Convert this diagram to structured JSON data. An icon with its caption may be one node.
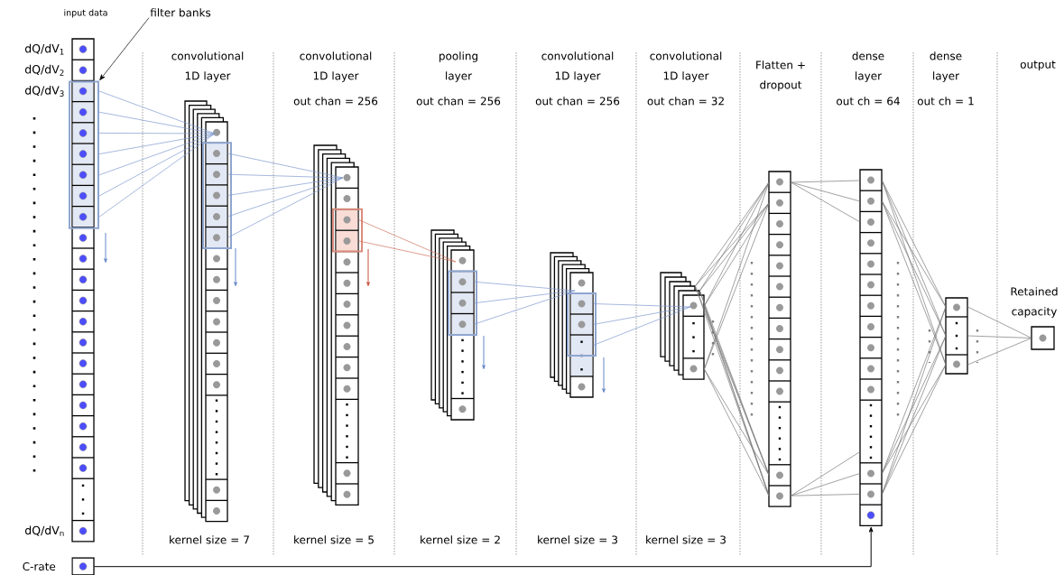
{
  "diagram": {
    "nodes": [
      {
        "text": [
          "input data"
        ],
        "beside": [
          "dQ/dV$_{1}$",
          "dQ/dV$_{2}$",
          "dQ/dV$_{3}$",
          "dQ/dV$_{n}$"
        ]
      },
      {
        "text": [],
        "shape": "box",
        "in": 0
      },
      {
        "text": [
          "filter banks"
        ]
      },
      {
        "text": [
          "convolutional 1D layer"
        ]
      },
      {
        "text": [
          "convolutional 1D layer",
          "out chan = 256"
        ]
      },
      {
        "text": [
          "pooling layer",
          "out chan = 256"
        ]
      },
      {
        "text": [
          "convolutional 1D layer",
          "out chan = 256"
        ]
      },
      {
        "text": [
          "convolutional 1D layer",
          "out chan = 32"
        ]
      },
      {
        "text": [],
        "shape": "bar"
      },
      {
        "text": [],
        "shape": "bar"
      },
      {
        "text": [],
        "shape": "bar"
      },
      {
        "text": [
          "Retained capacity"
        ]
      },
      {
        "text": [],
        "shape": "box",
        "beside": [
          "C-rate"
        ]
      }
    ],
    "edges": [
      {
        "from": 2,
        "to": 1,
        "arrow": "to",
        "color": "#000000"
      },
      {
        "from": 1,
        "to": 3,
        "arrow": "none",
        "color": "#7f9ad0"
      },
      {
        "from": 3,
        "to": 4,
        "arrow": "none",
        "color": "#7f9ad0"
      },
      {
        "from": 4,
        "to": 5,
        "arrow": "none",
        "color": "#d0735f"
      },
      {
        "from": 5,
        "to": 6,
        "arrow": "none",
        "color": "#7f9ad0"
      },
      {
        "from": 6,
        "to": 7,
        "arrow": "none",
        "color": "#7f9ad0"
      },
      {
        "from": 7,
        "to": 8,
        "arrow": "none"
      },
      {
        "from": 8,
        "to": 9,
        "arrow": "none"
      },
      {
        "from": 9,
        "to": 10,
        "arrow": "none"
      },
      {
        "from": 10,
        "to": 11,
        "arrow": "none"
      },
      {
        "from": 12,
        "to": 9,
        "arrow": "to",
        "color": "#000000"
      }
    ],
    "labels": [
      "Flatten + dropout",
      "dense layer",
      "out ch = 64",
      "dense layer",
      "out ch = 1",
      "output",
      "kernel size = 7",
      "kernel size = 5",
      "kernel size = 2",
      "kernel size = 3",
      "kernel size = 3"
    ]
  }
}
